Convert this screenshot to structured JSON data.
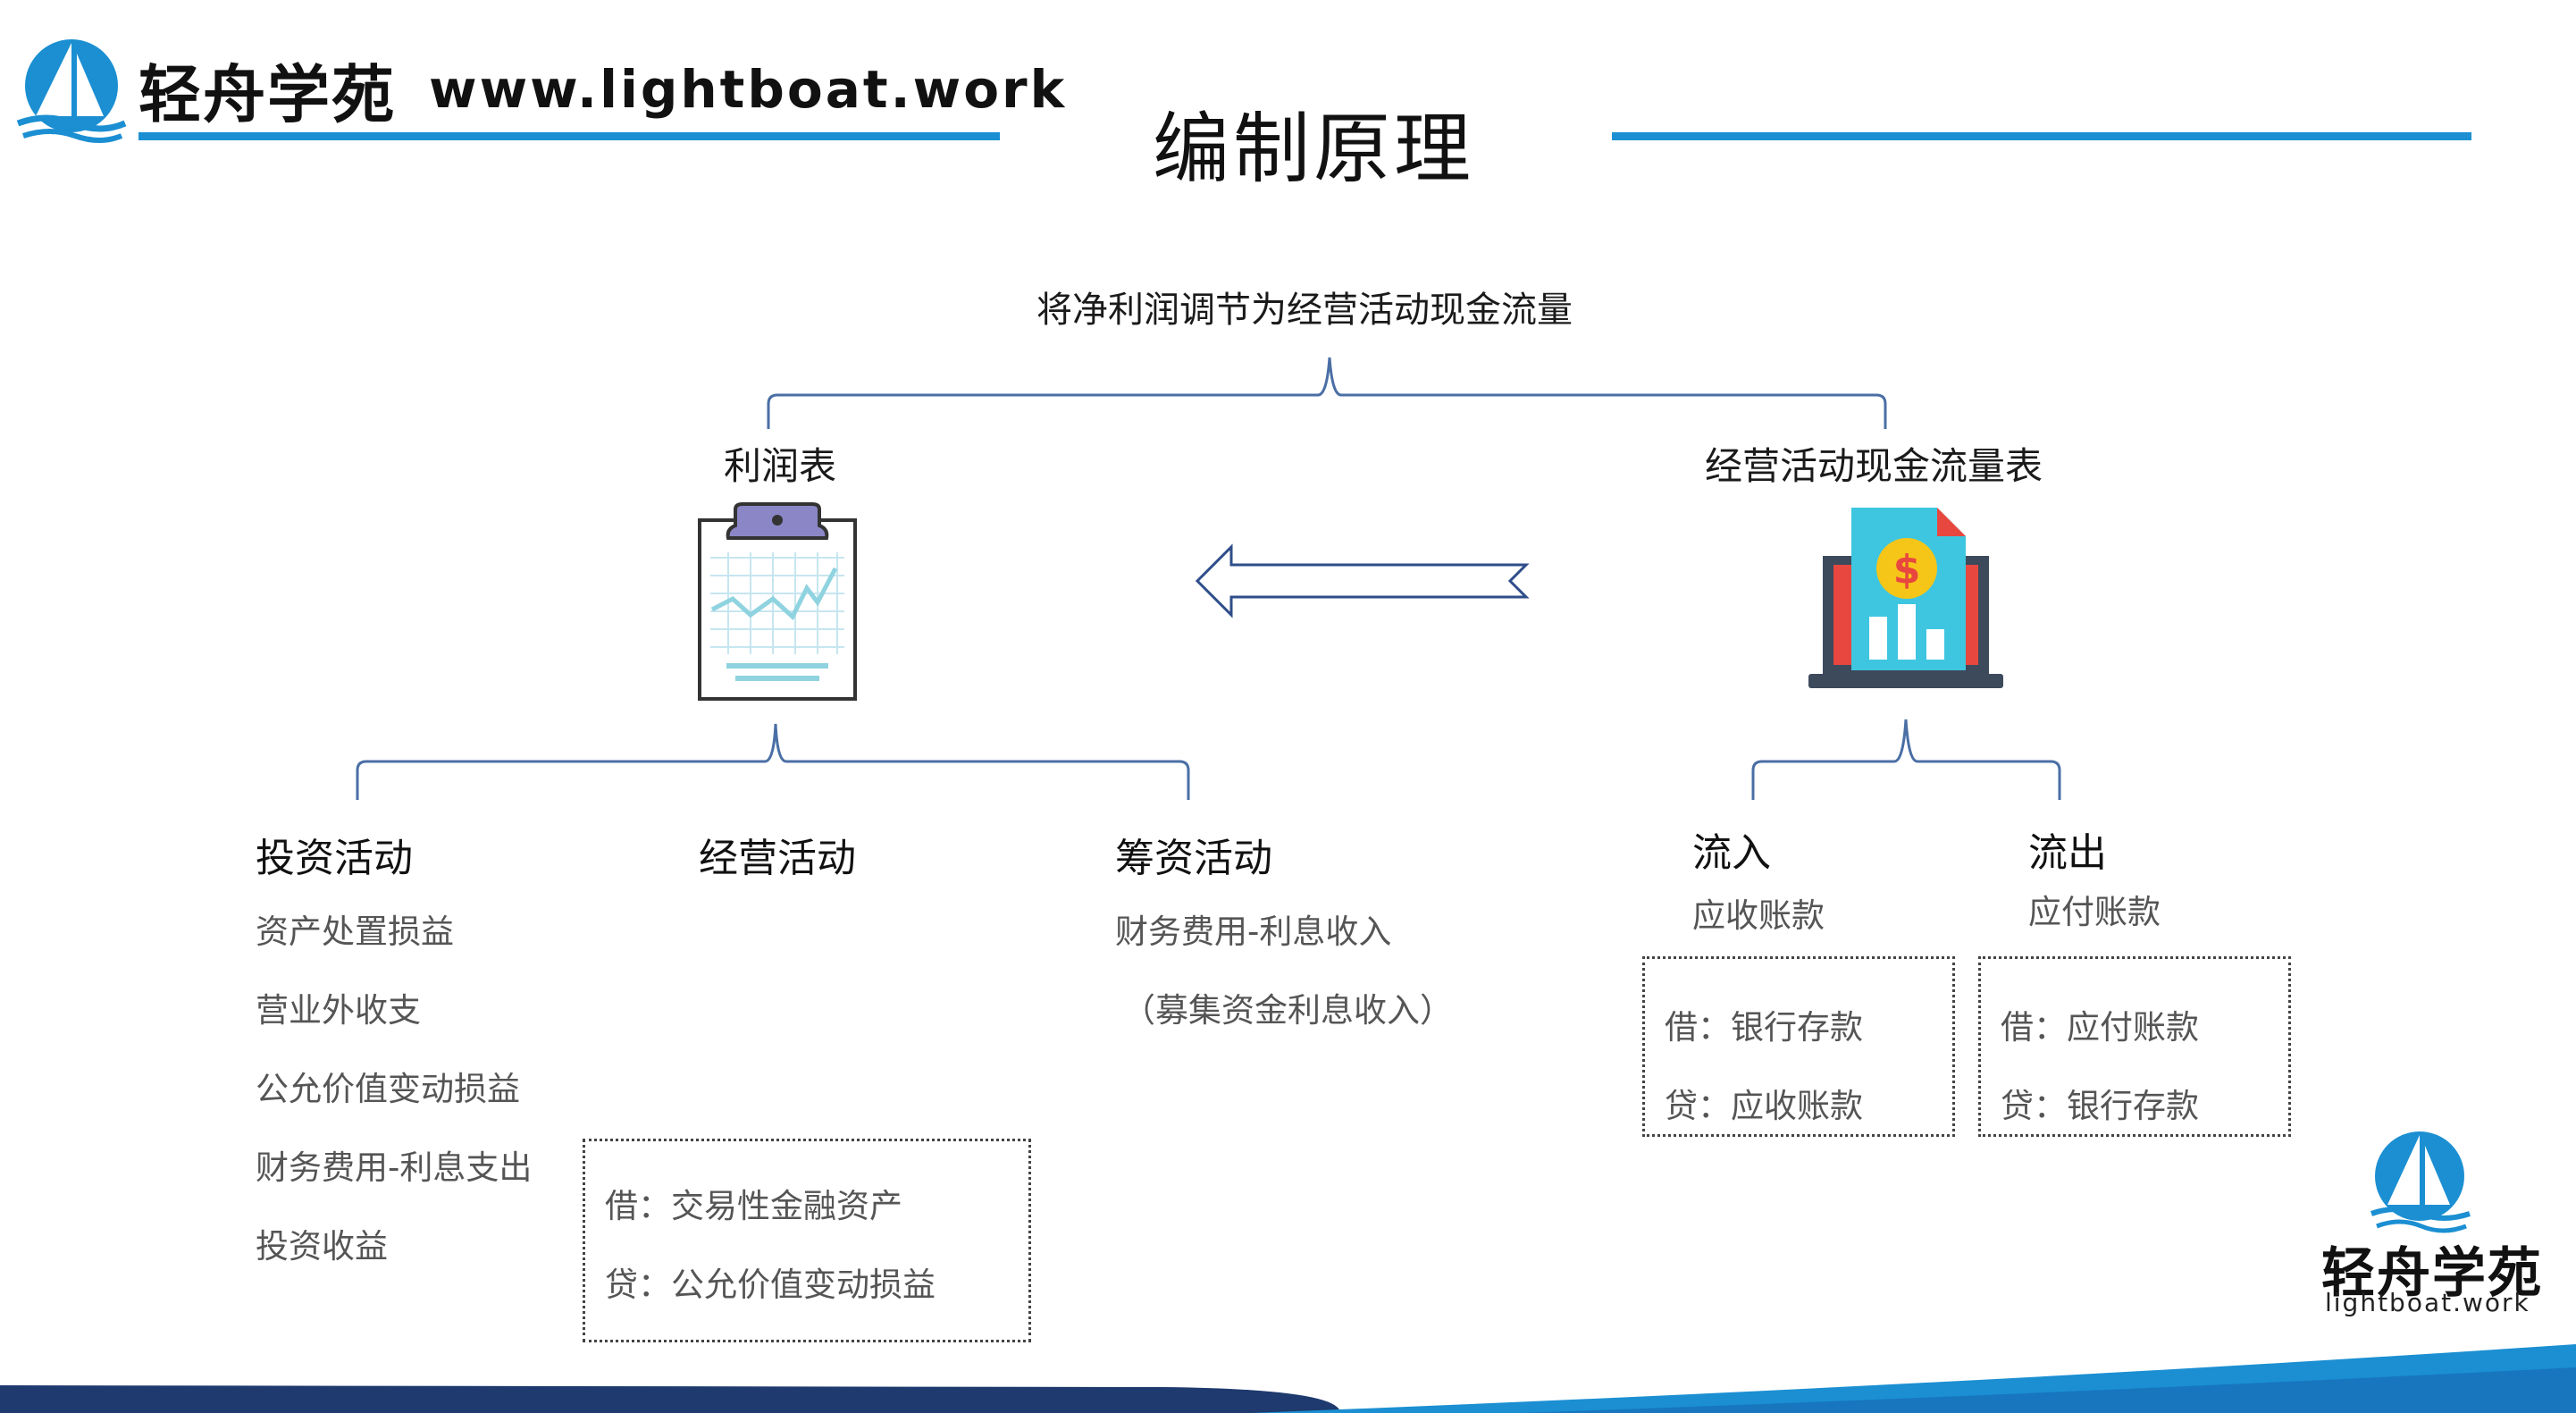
{
  "header": {
    "brand_name": "轻舟学苑",
    "brand_url": "www.lightboat.work",
    "title": "编制原理"
  },
  "diagram": {
    "root": "将净利润调节为经营活动现金流量",
    "left_node": "利润表",
    "right_node": "经营活动现金流量表",
    "left_branches": {
      "investing": {
        "title": "投资活动",
        "items": [
          "资产处置损益",
          "营业外收支",
          "公允价值变动损益",
          "财务费用-利息支出",
          "投资收益"
        ]
      },
      "operating": {
        "title": "经营活动",
        "entry": {
          "debit": "借：交易性金融资产",
          "credit": "贷：公允价值变动损益"
        }
      },
      "financing": {
        "title": "筹资活动",
        "items": [
          "财务费用-利息收入",
          "（募集资金利息收入）"
        ]
      }
    },
    "right_branches": {
      "inflow": {
        "title": "流入",
        "account": "应收账款",
        "entry": {
          "debit": "借：银行存款",
          "credit": "贷：应收账款"
        }
      },
      "outflow": {
        "title": "流出",
        "account": "应付账款",
        "entry": {
          "debit": "借：应付账款",
          "credit": "贷：银行存款"
        }
      }
    }
  },
  "footer_logo": {
    "name": "轻舟学苑",
    "url": "lightboat.work"
  },
  "colors": {
    "accent_blue": "#1b8fd2",
    "connector": "#4a6fa5",
    "dark_navy": "#1e3a6e"
  }
}
